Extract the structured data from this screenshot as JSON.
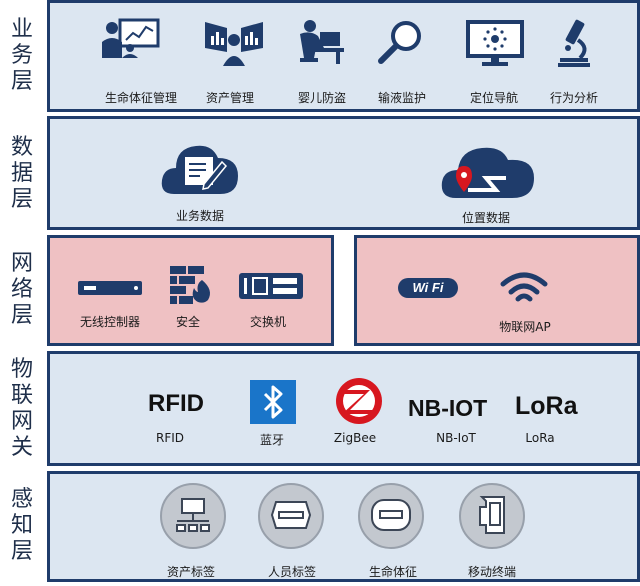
{
  "layers": {
    "business": {
      "title": "业务层",
      "items": [
        "生命体征管理",
        "资产管理",
        "婴儿防盗",
        "输液监护",
        "定位导航",
        "行为分析"
      ]
    },
    "data": {
      "title": "数据层",
      "items": [
        "业务数据",
        "位置数据"
      ]
    },
    "network": {
      "title": "网络层",
      "left_items": [
        "无线控制器",
        "安全",
        "交换机"
      ],
      "right_items": [
        "物联网AP"
      ],
      "wifi_logo": "Wi Fi"
    },
    "gateway": {
      "title": "物联网关",
      "logos": [
        "RFID",
        "NB-IOT",
        "LoRa"
      ],
      "items": [
        "RFID",
        "蓝牙",
        "ZigBee",
        "NB-IoT",
        "LoRa"
      ]
    },
    "perception": {
      "title": "感知层",
      "items": [
        "资产标签",
        "人员标签",
        "生命体征",
        "移动终端"
      ]
    }
  },
  "colors": {
    "panel_border": "#1f3c6b",
    "panel_blue": "#dce6f1",
    "panel_pink": "#efc1c3",
    "icon_navy": "#1f3c6b",
    "bluetooth_blue": "#1a75c9",
    "zigbee_red": "#d7171f"
  },
  "icons": [
    "monitor-people-icon",
    "asset-chart-icon",
    "baby-desk-icon",
    "magnifier-icon",
    "screen-location-icon",
    "microscope-icon",
    "cloud-document-icon",
    "cloud-location-icon",
    "controller-icon",
    "firewall-icon",
    "switch-icon",
    "wifi-logo-icon",
    "wifi-signal-icon",
    "bluetooth-icon",
    "zigbee-icon",
    "network-tag-icon",
    "person-tag-icon",
    "vital-tag-icon",
    "mobile-terminal-icon"
  ]
}
